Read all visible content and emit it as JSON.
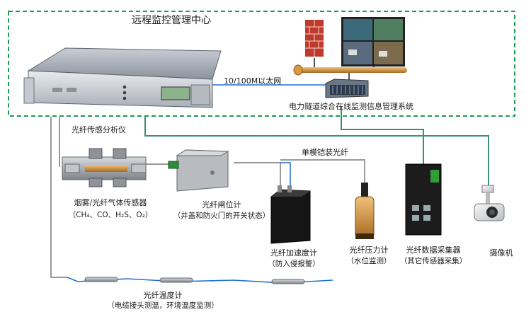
{
  "center": {
    "title": "远程监控管理中心"
  },
  "network": {
    "label": "10/100M以太网"
  },
  "system": {
    "label": "电力隧道综合在线监测信息管理系统"
  },
  "analyzer": {
    "label": "光纤传感分析仪"
  },
  "single_mode": {
    "label": "单模铠装光纤"
  },
  "sensors": {
    "gas": {
      "title": "烟雾/光纤气体传感器",
      "sub": "（CH₄、CO、H₂S、O₂）"
    },
    "position": {
      "title": "光纤闸位计",
      "sub": "（井盖和防火门的开关状态）"
    },
    "accel": {
      "title": "光纤加速度计",
      "sub": "（防入侵报警）"
    },
    "pressure": {
      "title": "光纤压力计",
      "sub": "（水位监测）"
    },
    "collector": {
      "title": "光纤数据采集器",
      "sub": "（其它传感器采集）"
    },
    "camera": {
      "title": "摄像机"
    },
    "temp": {
      "title": "光纤温度计",
      "sub": "（电缆接头测温，环境温度监测）"
    }
  },
  "colors": {
    "frame": "#1f9d55",
    "fiber": "#1f6fd1",
    "cable": "#3a8f7a",
    "grey": "#9a9a9a"
  }
}
